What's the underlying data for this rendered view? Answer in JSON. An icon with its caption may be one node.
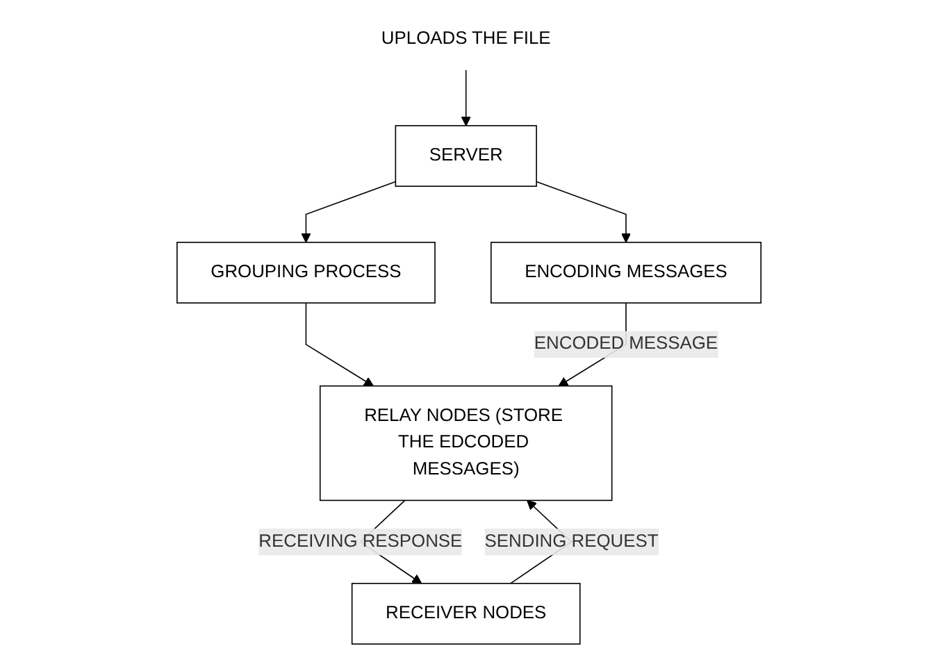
{
  "diagram": {
    "nodes": [
      {
        "text": [
          "SERVER"
        ]
      },
      {
        "text": [
          "UPLOADS THE FILE"
        ]
      },
      {
        "text": [
          "GROUPING PROCESS"
        ]
      },
      {
        "text": [
          "ENCODING MESSAGES"
        ]
      },
      {
        "text": [
          "RELAY NODES (STORE THE EDCODED MESSAGES)"
        ]
      },
      {
        "text": [
          "RECEIVER NODES"
        ]
      }
    ],
    "edges": [
      {
        "from": 1,
        "to": 0,
        "arrow": "to"
      },
      {
        "from": 0,
        "to": 2,
        "arrow": "to"
      },
      {
        "from": 0,
        "to": 3,
        "arrow": "to"
      },
      {
        "from": 2,
        "to": 4,
        "arrow": "to"
      },
      {
        "from": 3,
        "to": 4,
        "arrow": "to",
        "label": "ENCODED MESSAGE"
      },
      {
        "from": 5,
        "to": 4,
        "arrow": "to",
        "label": "SENDING REQUEST"
      },
      {
        "from": 4,
        "to": 5,
        "arrow": "to",
        "label": "RECEIVING RESPONSE"
      }
    ]
  }
}
